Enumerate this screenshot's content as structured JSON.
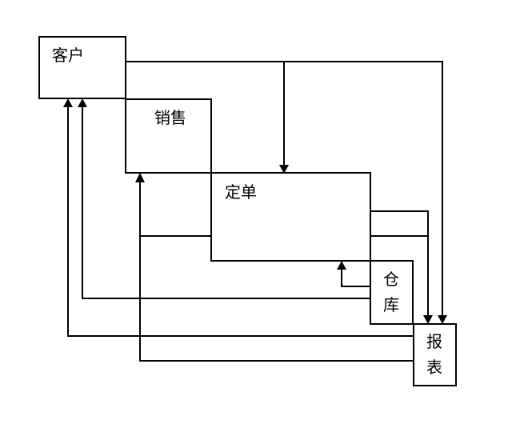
{
  "nodes": {
    "customer": "客户",
    "sales": "销售",
    "order": "定单",
    "warehouse_1": "仓",
    "warehouse_2": "库",
    "report_1": "报",
    "report_2": "表"
  }
}
